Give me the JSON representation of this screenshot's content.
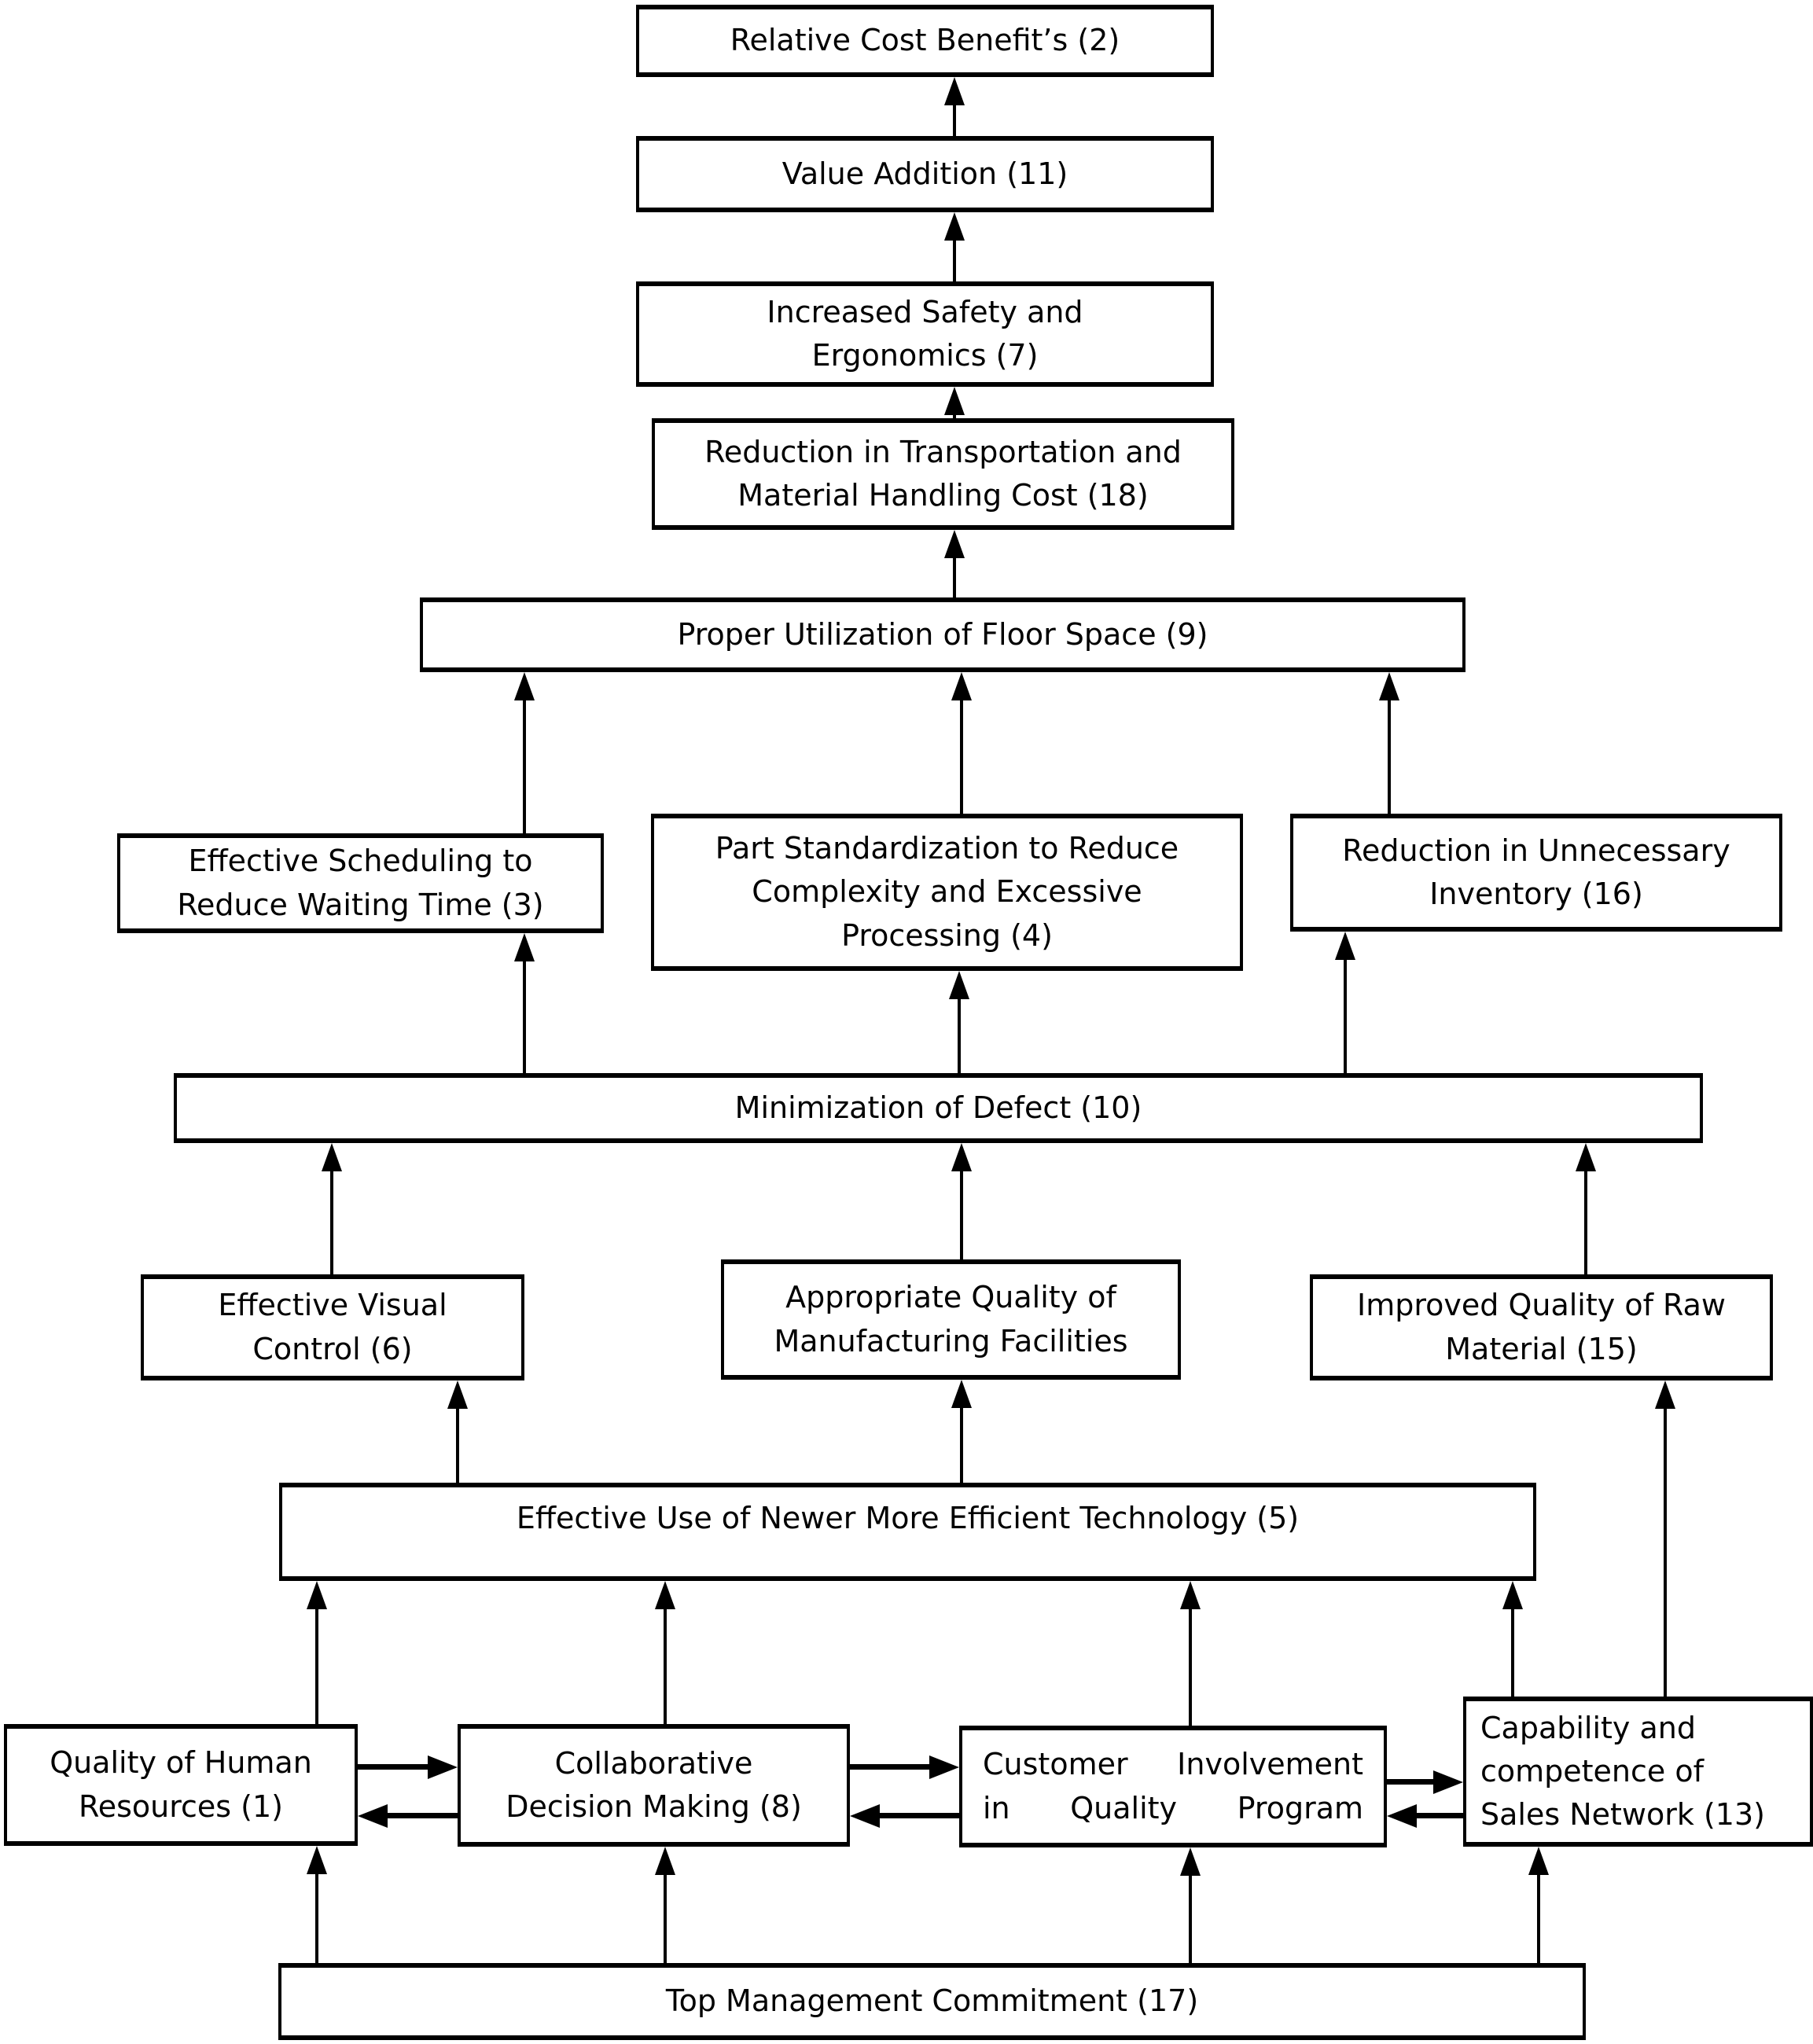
{
  "colors": {
    "line": "#000000",
    "text": "#000000",
    "background": "#ffffff",
    "box_fill": "#ffffff"
  },
  "nodes": {
    "relative_cost_benefits": {
      "lines": [
        "Relative Cost Benefit’s (2)"
      ]
    },
    "value_addition": {
      "lines": [
        "Value Addition (11)"
      ]
    },
    "increased_safety_ergonomics": {
      "lines": [
        "Increased Safety and",
        "Ergonomics (7)"
      ]
    },
    "reduction_transportation_cost": {
      "lines": [
        "Reduction in Transportation and",
        "Material Handling Cost (18)"
      ]
    },
    "proper_floor_space": {
      "lines": [
        "Proper Utilization of Floor Space (9)"
      ]
    },
    "effective_scheduling": {
      "lines": [
        "Effective Scheduling to",
        "Reduce Waiting Time (3)"
      ]
    },
    "part_standardization": {
      "lines": [
        "Part Standardization to Reduce",
        "Complexity and Excessive",
        "Processing (4)"
      ]
    },
    "reduction_inventory": {
      "lines": [
        "Reduction in Unnecessary",
        "Inventory (16)"
      ]
    },
    "minimization_defect": {
      "lines": [
        "Minimization of Defect (10)"
      ]
    },
    "effective_visual_control": {
      "lines": [
        "Effective Visual",
        "Control (6)"
      ]
    },
    "quality_manufacturing_facilities": {
      "lines": [
        "Appropriate Quality of",
        "Manufacturing Facilities"
      ]
    },
    "improved_raw_material": {
      "lines": [
        "Improved Quality of Raw",
        "Material (15)"
      ]
    },
    "newer_technology": {
      "lines": [
        "Effective Use of Newer More Efficient Technology (5)"
      ]
    },
    "quality_human_resources": {
      "lines": [
        "Quality of Human",
        "Resources (1)"
      ]
    },
    "collaborative_decision": {
      "lines": [
        "Collaborative",
        "Decision Making (8)"
      ]
    },
    "customer_involvement": {
      "lines": [
        "Customer Involvement",
        "in Quality Program"
      ]
    },
    "sales_network": {
      "lines": [
        "Capability and",
        "competence of",
        "Sales Network (13)"
      ]
    },
    "top_management": {
      "lines": [
        "Top Management Commitment (17)"
      ]
    }
  },
  "edges": [
    {
      "from": "value_addition",
      "to": "relative_cost_benefits"
    },
    {
      "from": "increased_safety_ergonomics",
      "to": "value_addition"
    },
    {
      "from": "reduction_transportation_cost",
      "to": "increased_safety_ergonomics"
    },
    {
      "from": "proper_floor_space",
      "to": "reduction_transportation_cost"
    },
    {
      "from": "effective_scheduling",
      "to": "proper_floor_space"
    },
    {
      "from": "part_standardization",
      "to": "proper_floor_space"
    },
    {
      "from": "reduction_inventory",
      "to": "proper_floor_space"
    },
    {
      "from": "minimization_defect",
      "to": "effective_scheduling"
    },
    {
      "from": "minimization_defect",
      "to": "part_standardization"
    },
    {
      "from": "minimization_defect",
      "to": "reduction_inventory"
    },
    {
      "from": "effective_visual_control",
      "to": "minimization_defect"
    },
    {
      "from": "quality_manufacturing_facilities",
      "to": "minimization_defect"
    },
    {
      "from": "improved_raw_material",
      "to": "minimization_defect"
    },
    {
      "from": "newer_technology",
      "to": "effective_visual_control"
    },
    {
      "from": "newer_technology",
      "to": "quality_manufacturing_facilities"
    },
    {
      "from": "sales_network",
      "to": "improved_raw_material"
    },
    {
      "from": "quality_human_resources",
      "to": "newer_technology"
    },
    {
      "from": "collaborative_decision",
      "to": "newer_technology"
    },
    {
      "from": "customer_involvement",
      "to": "newer_technology"
    },
    {
      "from": "sales_network",
      "to": "newer_technology"
    },
    {
      "from": "top_management",
      "to": "quality_human_resources"
    },
    {
      "from": "top_management",
      "to": "collaborative_decision"
    },
    {
      "from": "top_management",
      "to": "customer_involvement"
    },
    {
      "from": "top_management",
      "to": "sales_network"
    },
    {
      "from": "quality_human_resources",
      "to": "collaborative_decision"
    },
    {
      "from": "collaborative_decision",
      "to": "quality_human_resources"
    },
    {
      "from": "collaborative_decision",
      "to": "customer_involvement"
    },
    {
      "from": "customer_involvement",
      "to": "collaborative_decision"
    },
    {
      "from": "customer_involvement",
      "to": "sales_network"
    },
    {
      "from": "sales_network",
      "to": "customer_involvement"
    }
  ]
}
